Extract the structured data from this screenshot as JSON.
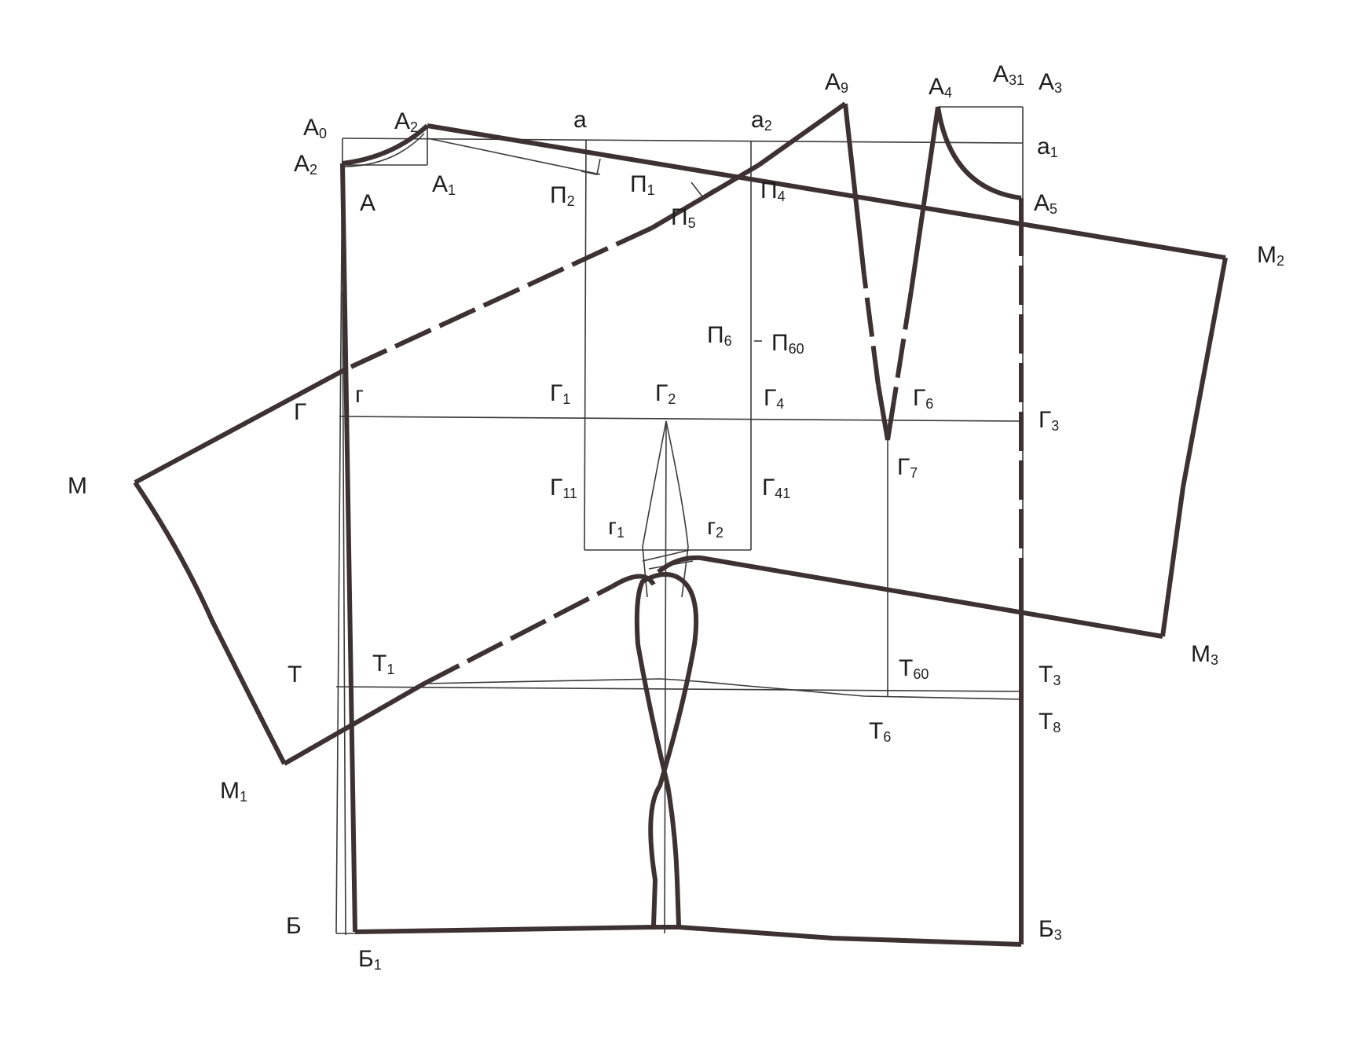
{
  "diagram": {
    "colors": {
      "ink": "#3d3131",
      "thin": "#3a3a3a",
      "paper": "#ffffff"
    },
    "points": {
      "A0": {
        "base": "А",
        "sub": "0"
      },
      "A2_top": {
        "base": "А",
        "sub": "2"
      },
      "a": {
        "base": "а",
        "sub": ""
      },
      "a2": {
        "base": "а",
        "sub": "2"
      },
      "A9": {
        "base": "А",
        "sub": "9"
      },
      "A4": {
        "base": "А",
        "sub": "4"
      },
      "A31": {
        "base": "А",
        "sub": "31"
      },
      "A3": {
        "base": "А",
        "sub": "3"
      },
      "a1": {
        "base": "а",
        "sub": "1"
      },
      "A2_left": {
        "base": "А",
        "sub": "2"
      },
      "A1": {
        "base": "А",
        "sub": "1"
      },
      "A": {
        "base": "А",
        "sub": ""
      },
      "P2": {
        "base": "П",
        "sub": "2"
      },
      "P1": {
        "base": "П",
        "sub": "1"
      },
      "P4": {
        "base": "П",
        "sub": "4"
      },
      "P5": {
        "base": "П",
        "sub": "5"
      },
      "A5": {
        "base": "А",
        "sub": "5"
      },
      "M2": {
        "base": "М",
        "sub": "2"
      },
      "P6": {
        "base": "П",
        "sub": "6"
      },
      "P60": {
        "base": "П",
        "sub": "60"
      },
      "G_big": {
        "base": "Г",
        "sub": ""
      },
      "g_small": {
        "base": "г",
        "sub": ""
      },
      "G1": {
        "base": "Г",
        "sub": "1"
      },
      "G2": {
        "base": "Г",
        "sub": "2"
      },
      "G4": {
        "base": "Г",
        "sub": "4"
      },
      "G6": {
        "base": "Г",
        "sub": "6"
      },
      "G3": {
        "base": "Г",
        "sub": "3"
      },
      "M": {
        "base": "М",
        "sub": ""
      },
      "G11": {
        "base": "Г",
        "sub": "11"
      },
      "G41": {
        "base": "Г",
        "sub": "41"
      },
      "G7": {
        "base": "Г",
        "sub": "7"
      },
      "g1": {
        "base": "г",
        "sub": "1"
      },
      "g2": {
        "base": "г",
        "sub": "2"
      },
      "M3": {
        "base": "М",
        "sub": "3"
      },
      "T": {
        "base": "Т",
        "sub": ""
      },
      "T1": {
        "base": "Т",
        "sub": "1"
      },
      "T60": {
        "base": "Т",
        "sub": "60"
      },
      "T3": {
        "base": "Т",
        "sub": "3"
      },
      "T6": {
        "base": "Т",
        "sub": "6"
      },
      "T8": {
        "base": "Т",
        "sub": "8"
      },
      "M1": {
        "base": "М",
        "sub": "1"
      },
      "B": {
        "base": "Б",
        "sub": ""
      },
      "B1": {
        "base": "Б",
        "sub": "1"
      },
      "B3": {
        "base": "Б",
        "sub": "3"
      }
    }
  }
}
